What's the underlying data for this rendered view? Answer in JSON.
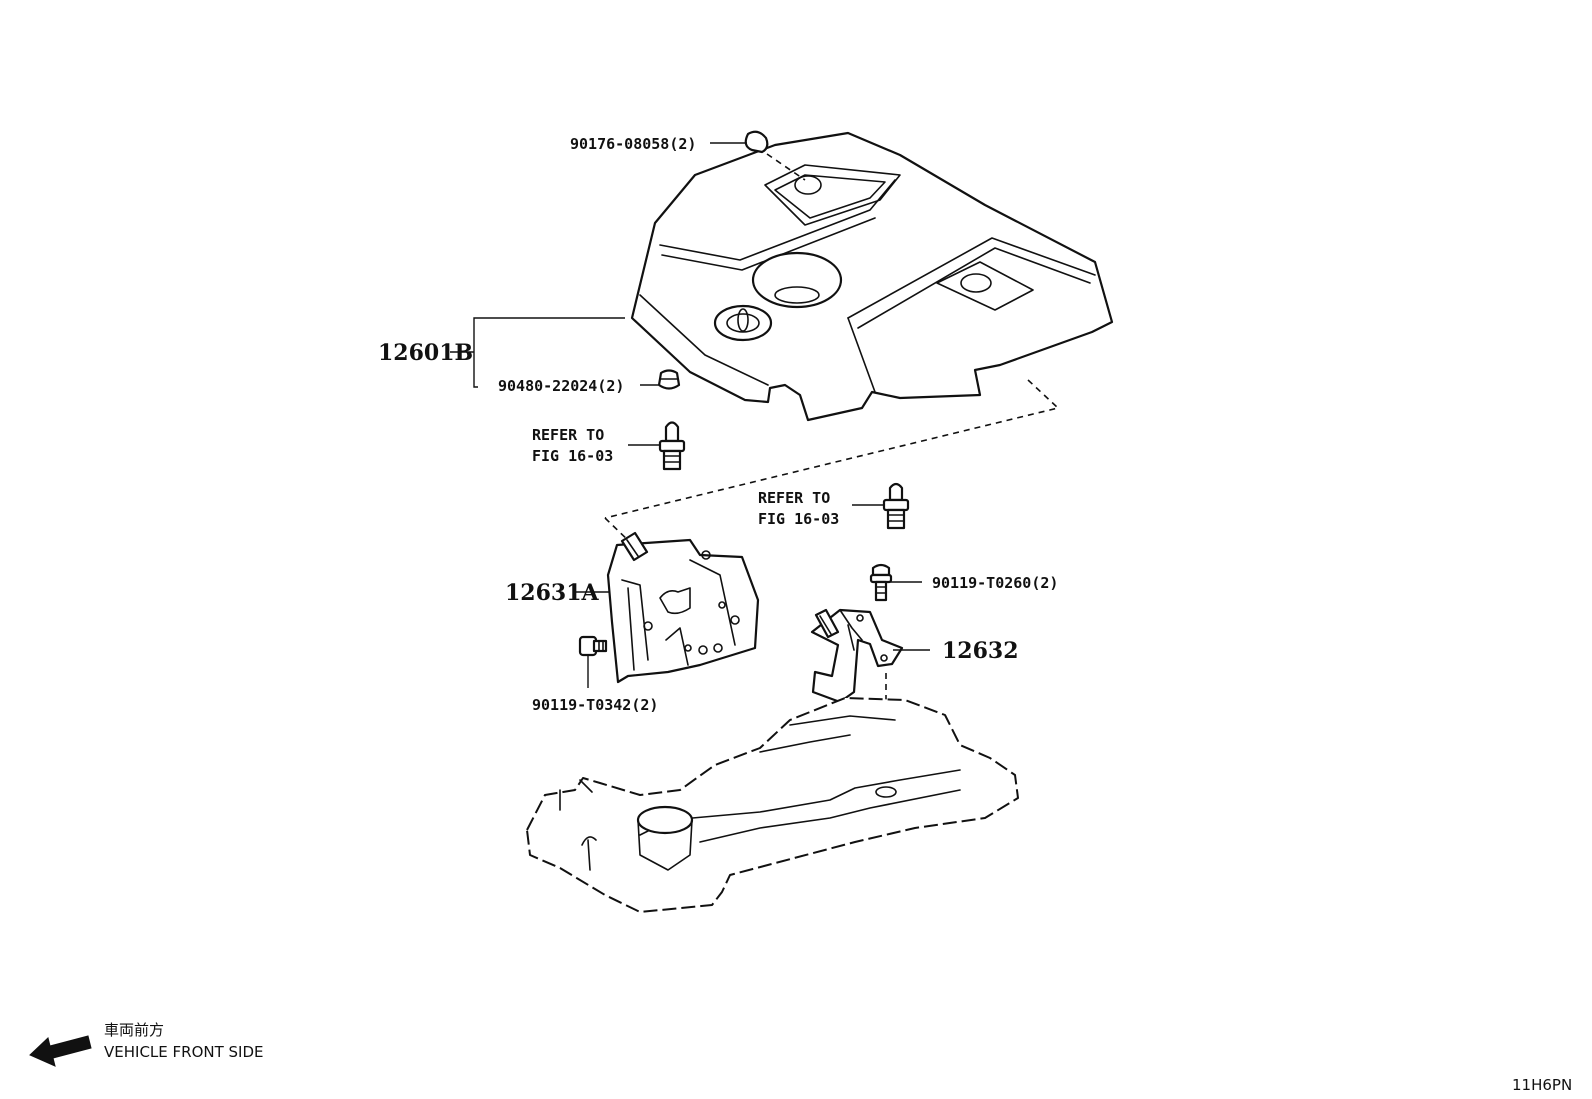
{
  "callouts": {
    "c1": "90176-08058(2)",
    "c2": "12601B",
    "c3": "90480-22024(2)",
    "c4_line1": "REFER TO",
    "c4_line2": "FIG 16-03",
    "c5_line1": "REFER TO",
    "c5_line2": "FIG 16-03",
    "c6": "12631A",
    "c7": "90119-T0260(2)",
    "c8": "12632",
    "c9": "90119-T0342(2)"
  },
  "orientation": {
    "line_jp": "車両前方",
    "line_en": "VEHICLE FRONT SIDE"
  },
  "figure_code": "11H6PN"
}
